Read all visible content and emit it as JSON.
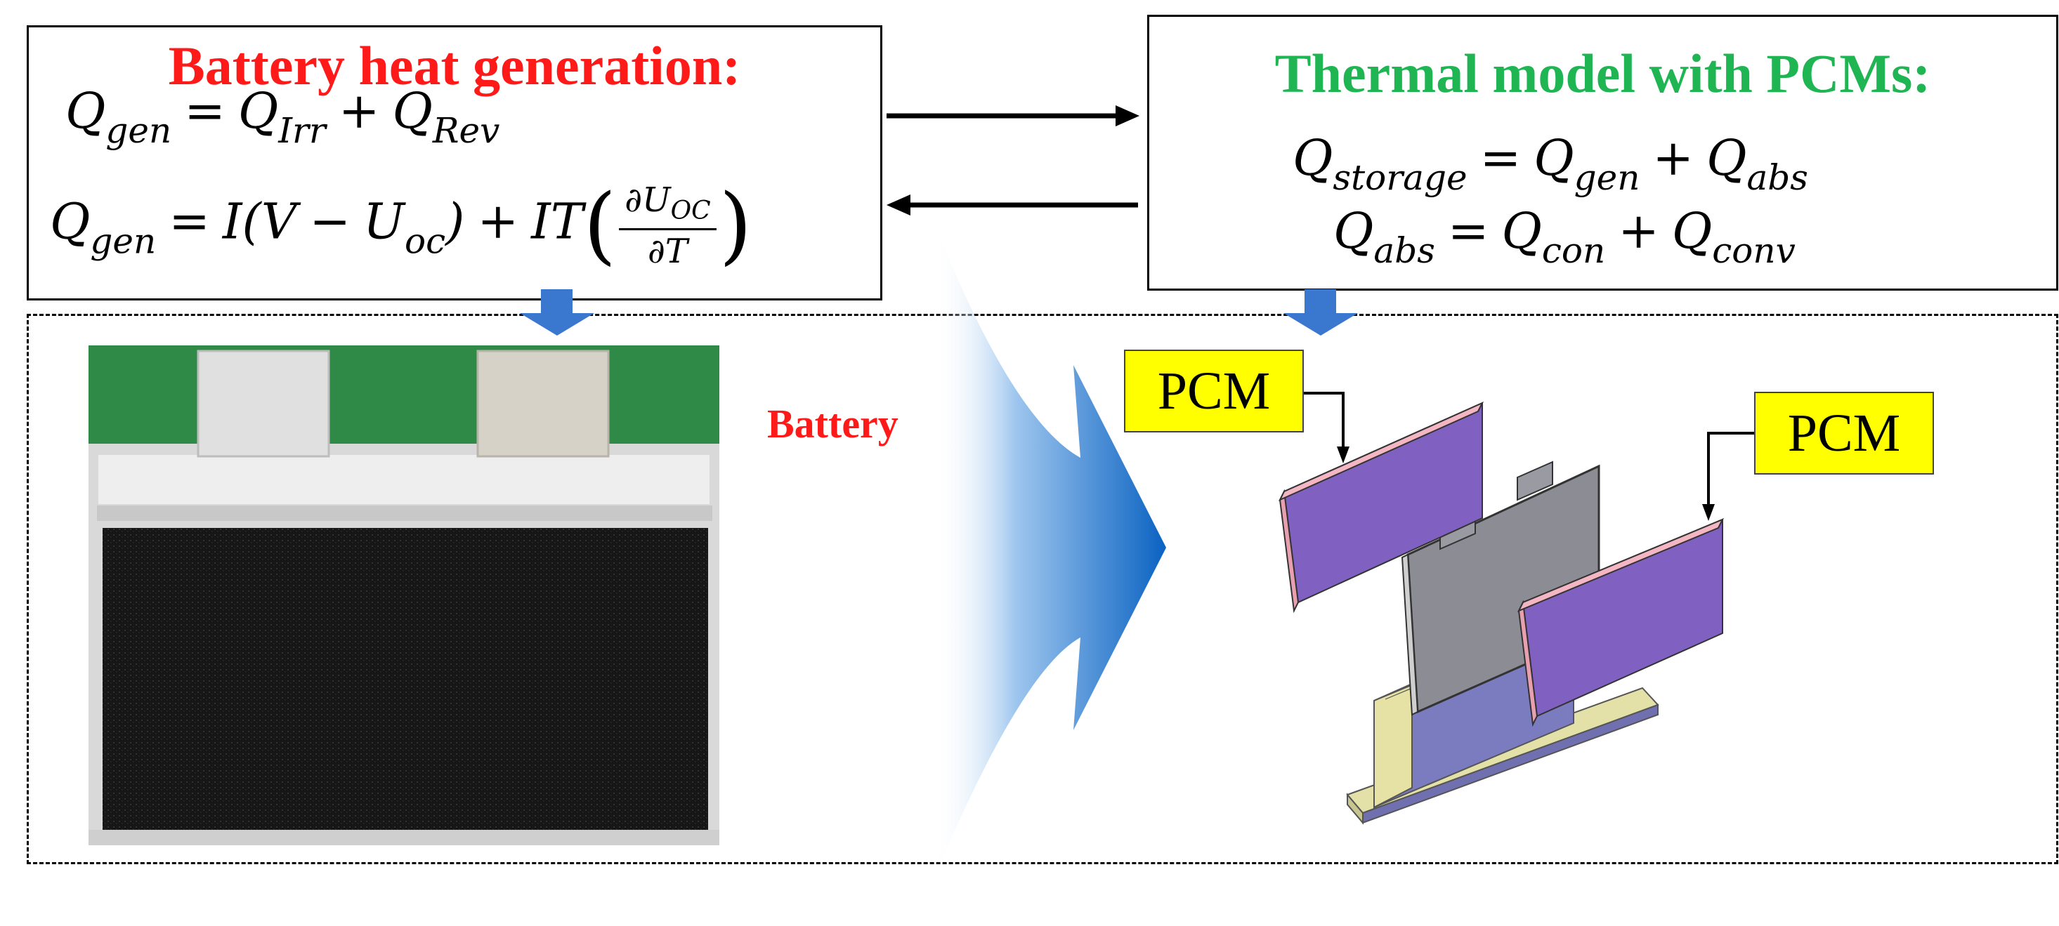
{
  "left_box": {
    "title": "Battery heat generation:",
    "eq1": {
      "lhs": "Q",
      "lhs_sub": "gen",
      "eq": "=",
      "t1": "Q",
      "t1_sub": "Irr",
      "plus": "+",
      "t2": "Q",
      "t2_sub": "Rev"
    },
    "eq2": {
      "lhs": "Q",
      "lhs_sub": "gen",
      "eq": "=",
      "a": "I(V",
      "minus": "−",
      "b": "U",
      "b_sub": "oc",
      "close": ")",
      "plus": "+",
      "c": "IT",
      "num": "∂U",
      "num_sub": "OC",
      "den": "∂T",
      "lparen": "(",
      "rparen": ")"
    },
    "title_color": "#ff1a1a"
  },
  "right_box": {
    "title": "Thermal model with PCMs:",
    "eq1": {
      "lhs": "Q",
      "lhs_sub": "storage",
      "eq": "=",
      "t1": "Q",
      "t1_sub": "gen",
      "plus": "+",
      "t2": "Q",
      "t2_sub": "abs"
    },
    "eq2": {
      "lhs": "Q",
      "lhs_sub": "abs",
      "eq": "=",
      "t1": "Q",
      "t1_sub": "con",
      "plus": "+",
      "t2": "Q",
      "t2_sub": "conv"
    },
    "title_color": "#1fb552"
  },
  "battery_label": "Battery",
  "pcm_labels": [
    "PCM",
    "PCM"
  ],
  "colors": {
    "pcm_fill": "#8060c0",
    "pcm_edge": "#e8a0b0",
    "label_bg": "#ffff00",
    "arrow_blue": "#3a78d0"
  }
}
